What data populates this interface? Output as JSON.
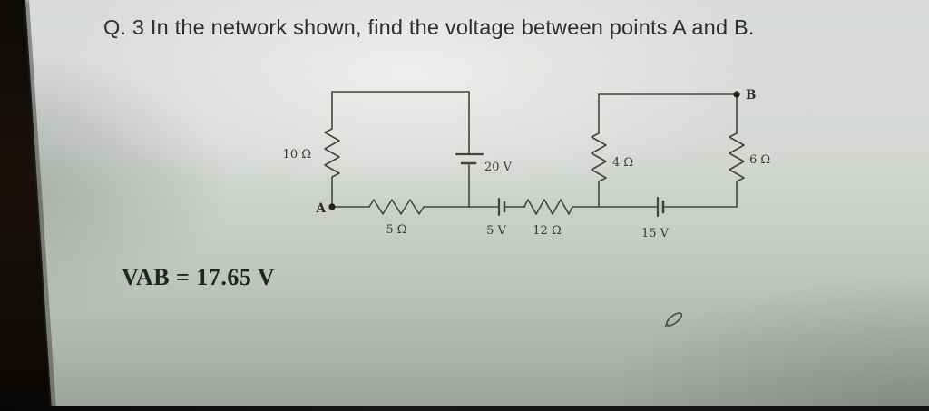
{
  "question": {
    "text": "Q. 3 In the network shown, find the voltage between points A and B."
  },
  "circuit": {
    "labels": {
      "node_a": "A",
      "node_b": "B",
      "r10": "10 Ω",
      "r5": "5 Ω",
      "r12": "12 Ω",
      "r4": "4 Ω",
      "r6": "6 Ω",
      "v20": "20 V",
      "v5": "5 V",
      "v15": "15 V"
    }
  },
  "answer": {
    "text": "VAB = 17.65 V"
  },
  "colors": {
    "ink": "#45453f",
    "question_ink": "#2e2e2c",
    "answer_ink": "#232321"
  }
}
